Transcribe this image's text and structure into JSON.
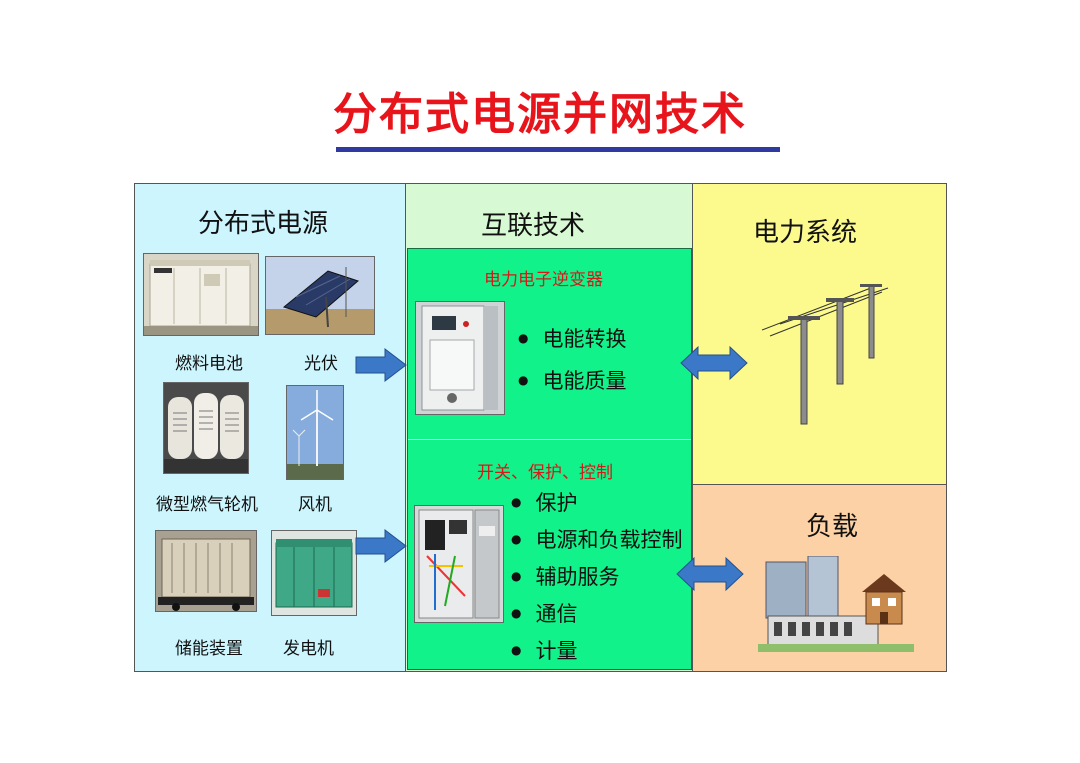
{
  "title": "分布式电源并网技术",
  "columns": {
    "sources": {
      "header": "分布式电源",
      "items": [
        {
          "label": "燃料电池"
        },
        {
          "label": "光伏"
        },
        {
          "label": "微型燃气轮机"
        },
        {
          "label": "风机"
        },
        {
          "label": "储能装置"
        },
        {
          "label": "发电机"
        }
      ]
    },
    "interconnect": {
      "header": "互联技术",
      "inverter": {
        "title": "电力电子逆变器",
        "bullets": [
          "电能转换",
          "电能质量"
        ]
      },
      "switchgear": {
        "title": "开关、保护、控制",
        "bullets": [
          "保护",
          "电源和负载控制",
          "辅助服务",
          "通信",
          "计量"
        ]
      }
    },
    "power_system": {
      "header": "电力系统"
    },
    "load": {
      "header": "负载"
    }
  },
  "colors": {
    "title": "#e8141c",
    "title_rule": "#2f3aa0",
    "sources_bg": "#ccf5fd",
    "interconnect_bg": "#d7f9d3",
    "interconnect_inner": "#12f28a",
    "power_system_bg": "#fcfa8c",
    "load_bg": "#fbd1a5",
    "arrow": "#3c78c8"
  },
  "icons": [
    "fuel-cell-photo",
    "solar-panel-photo",
    "microturbine-photo",
    "wind-turbine-photo",
    "storage-unit-photo",
    "generator-photo",
    "inverter-cabinet-photo",
    "switchgear-cabinet-photo",
    "power-poles-image",
    "buildings-image",
    "right-arrow-icon",
    "double-arrow-icon"
  ]
}
